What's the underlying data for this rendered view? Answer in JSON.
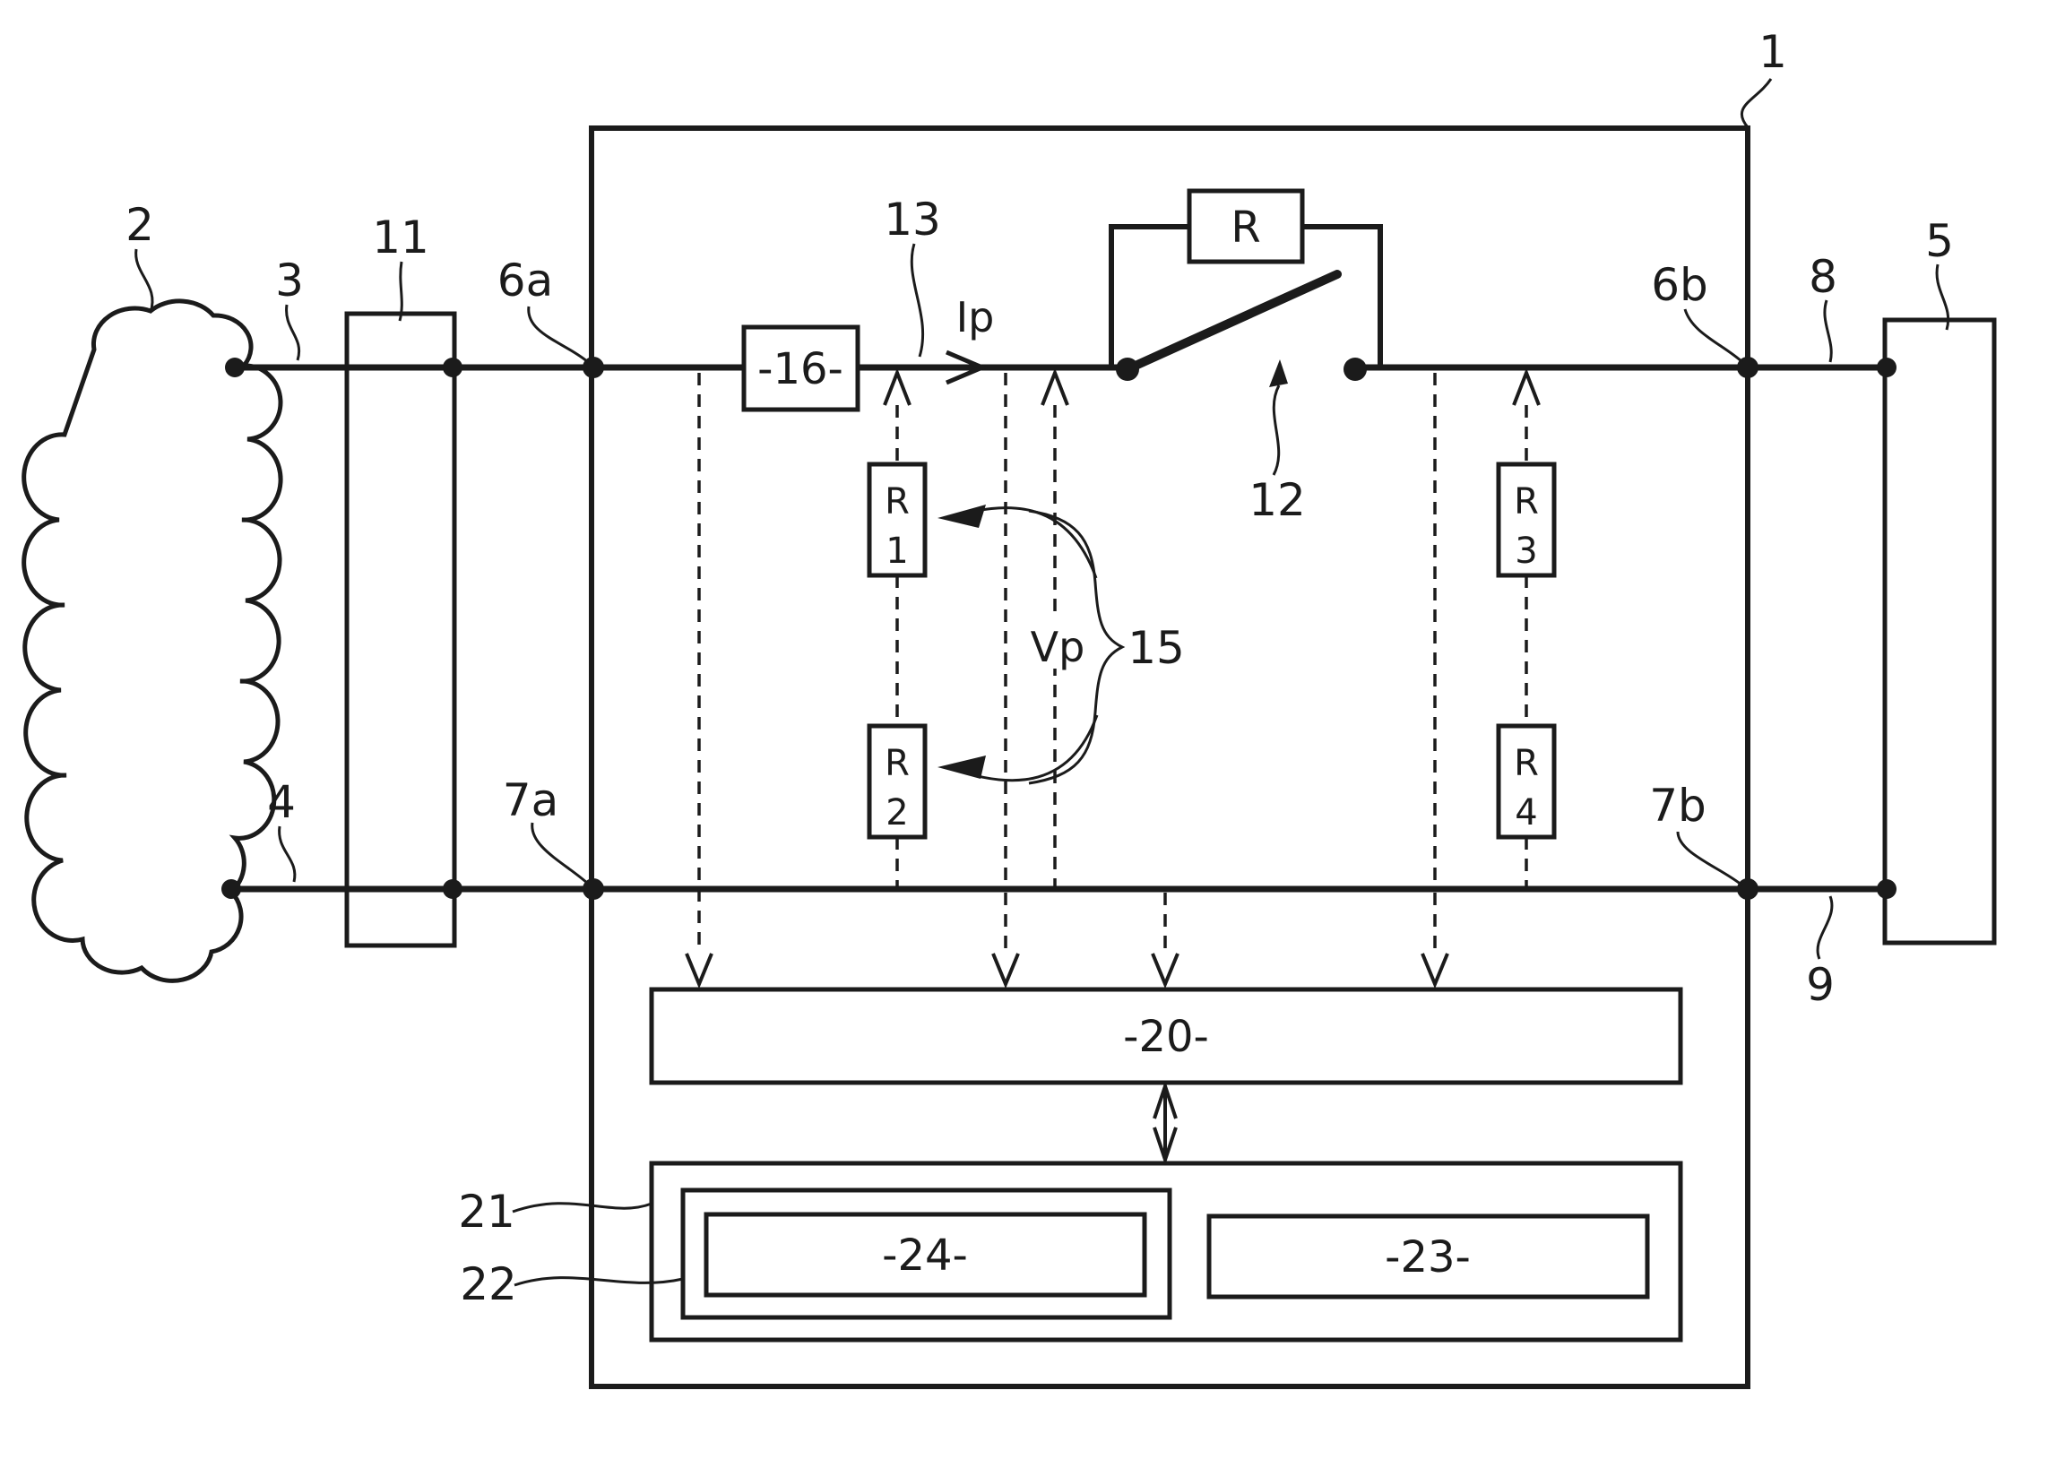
{
  "canvas": {
    "background": "#ffffff",
    "ink_color": "#1b1b1b"
  },
  "reference_numerals": {
    "n1": "1",
    "n2": "2",
    "n3": "3",
    "n4": "4",
    "n5": "5",
    "n6a": "6a",
    "n6b": "6b",
    "n7a": "7a",
    "n7b": "7b",
    "n8": "8",
    "n9": "9",
    "n11": "11",
    "n12": "12",
    "n13": "13",
    "n15": "15",
    "n21": "21",
    "n22": "22"
  },
  "block_labels": {
    "b16": "-16-",
    "b20": "-20-",
    "b23": "-23-",
    "b24": "-24-"
  },
  "component_labels": {
    "resistor_top": "R",
    "resistor1": [
      "R",
      "1"
    ],
    "resistor2": [
      "R",
      "2"
    ],
    "resistor3": [
      "R",
      "3"
    ],
    "resistor4": [
      "R",
      "4"
    ]
  },
  "signal_labels": {
    "current": "Ip",
    "voltage": "Vp"
  }
}
